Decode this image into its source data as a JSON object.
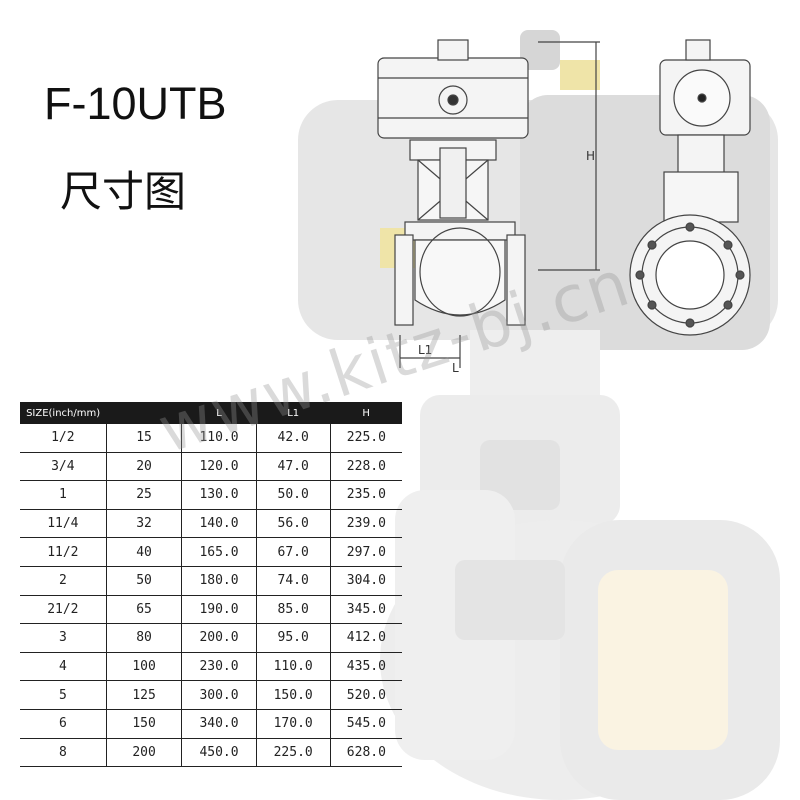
{
  "title": "F-10UTB",
  "subtitle": "尺寸图",
  "watermark": "www.kitz-bj.cn",
  "drawing": {
    "label_h": "H",
    "label_l1": "L1",
    "label_l": "L"
  },
  "table": {
    "headers": [
      "SIZE(inch/mm)",
      "",
      "L",
      "L1",
      "H"
    ],
    "rows": [
      [
        "1/2",
        "15",
        "110.0",
        "42.0",
        "225.0"
      ],
      [
        "3/4",
        "20",
        "120.0",
        "47.0",
        "228.0"
      ],
      [
        "1",
        "25",
        "130.0",
        "50.0",
        "235.0"
      ],
      [
        "11/4",
        "32",
        "140.0",
        "56.0",
        "239.0"
      ],
      [
        "11/2",
        "40",
        "165.0",
        "67.0",
        "297.0"
      ],
      [
        "2",
        "50",
        "180.0",
        "74.0",
        "304.0"
      ],
      [
        "21/2",
        "65",
        "190.0",
        "85.0",
        "345.0"
      ],
      [
        "3",
        "80",
        "200.0",
        "95.0",
        "412.0"
      ],
      [
        "4",
        "100",
        "230.0",
        "110.0",
        "435.0"
      ],
      [
        "5",
        "125",
        "300.0",
        "150.0",
        "520.0"
      ],
      [
        "6",
        "150",
        "340.0",
        "170.0",
        "545.0"
      ],
      [
        "8",
        "200",
        "450.0",
        "225.0",
        "628.0"
      ]
    ]
  },
  "colors": {
    "header_bg": "#1a1a1a",
    "text": "#111111",
    "photo_tint": "#e9e9e9"
  }
}
